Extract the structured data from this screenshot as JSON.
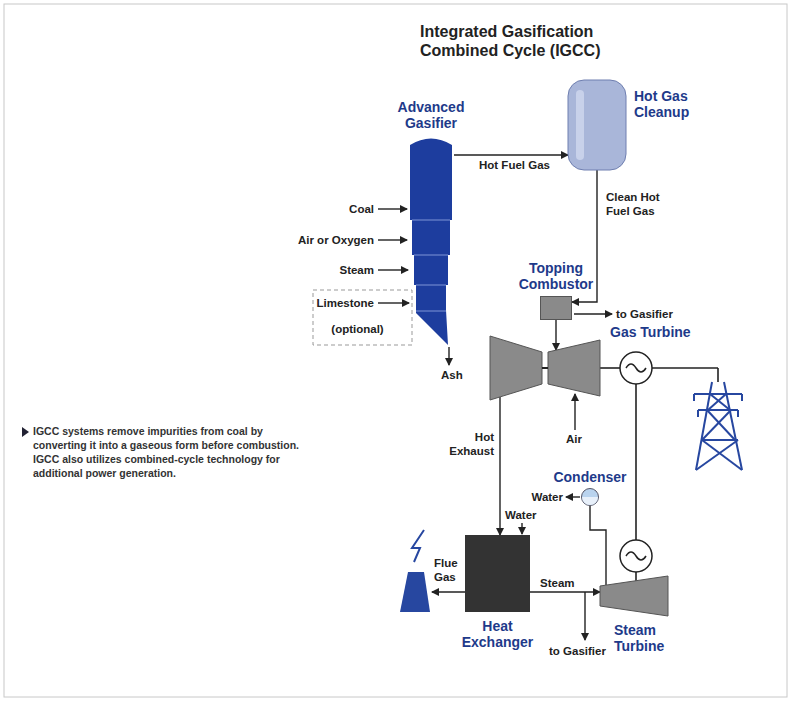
{
  "diagram": {
    "title": "Integrated Gasification Combined Cycle (IGCC)",
    "caption": "IGCC systems remove impurities from coal by converting it into a gaseous form before combustion. IGCC also utilizes combined-cycle technology for additional power generation.",
    "nodes": [
      {
        "text": [
          "Advanced Gasifier"
        ]
      },
      {
        "text": [
          "Hot Gas Cleanup"
        ]
      },
      {
        "text": [
          "Topping Combustor"
        ]
      },
      {
        "text": [
          "Gas Turbine"
        ]
      },
      {
        "text": [
          "Condenser"
        ]
      },
      {
        "text": [
          "Heat Exchanger"
        ]
      },
      {
        "text": [
          "Steam Turbine"
        ]
      }
    ],
    "edges": [
      {
        "from": 0,
        "to": 1,
        "arrow": "to",
        "label": "Hot Fuel Gas"
      },
      {
        "from": 1,
        "to": 2,
        "arrow": "to",
        "label": "Clean Hot Fuel Gas"
      },
      {
        "from": 2,
        "to": 3,
        "arrow": "to"
      },
      {
        "from": 3,
        "to": 5,
        "arrow": "to",
        "label": "Hot Exhaust"
      },
      {
        "from": 5,
        "to": 6,
        "arrow": "to",
        "label": "Steam"
      },
      {
        "from": 6,
        "to": 4,
        "arrow": "none"
      }
    ],
    "labels": [
      "Coal",
      "Air or Oxygen",
      "Steam",
      "Limestone",
      "(optional)",
      "Ash",
      "to Gasifier",
      "Air",
      "Water",
      "Water",
      "Flue Gas",
      "to Gasifier"
    ]
  }
}
